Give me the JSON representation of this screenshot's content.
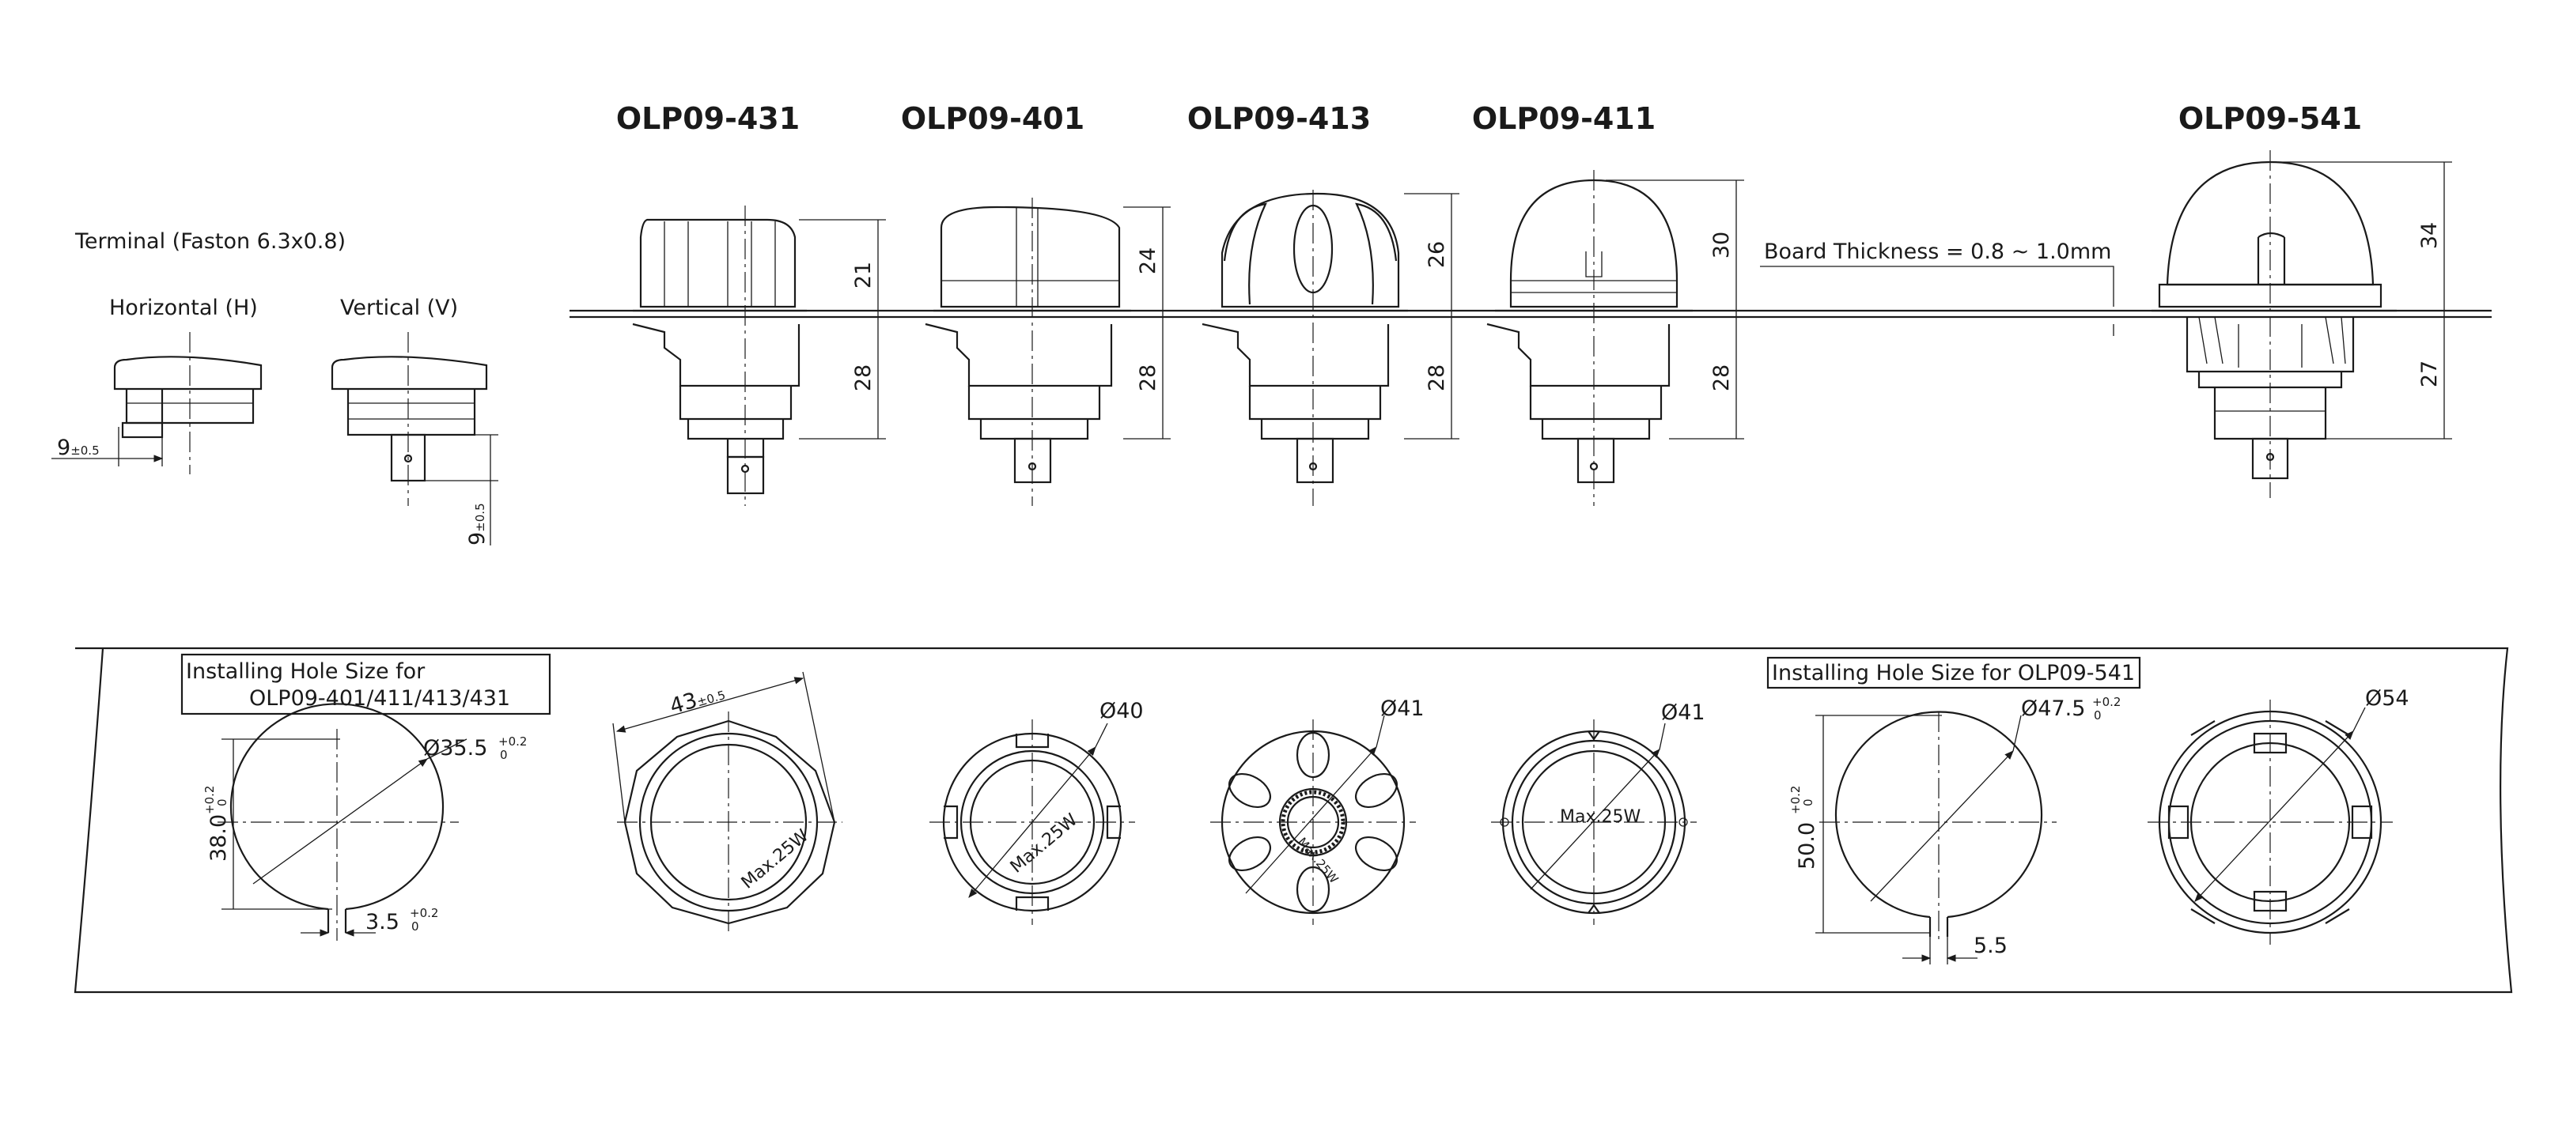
{
  "models": {
    "m431": "OLP09-431",
    "m401": "OLP09-401",
    "m413": "OLP09-413",
    "m411": "OLP09-411",
    "m541": "OLP09-541"
  },
  "terminal": {
    "title": "Terminal (Faston 6.3x0.8)",
    "horizontal": "Horizontal (H)",
    "vertical": "Vertical (V)",
    "dim_h": "9",
    "dim_v": "9",
    "tol": "±0.5"
  },
  "board_thickness": "Board Thickness = 0.8 ~ 1.0mm",
  "heights": {
    "h431": "21",
    "h401": "24",
    "h413": "26",
    "h411": "30",
    "h541": "34",
    "b431": "28",
    "b401": "28",
    "b413": "28",
    "b411": "28",
    "b541": "27"
  },
  "hole_small": {
    "title_line1": "Installing Hole Size for",
    "title_line2": "OLP09-401/411/413/431",
    "diameter": "Ø35.5",
    "height": "38.0",
    "slot": "3.5",
    "tol_up": "+0.2",
    "tol_dn": "0"
  },
  "hole_large": {
    "title": "Installing Hole Size for OLP09-541",
    "diameter": "Ø47.5",
    "height": "50.0",
    "slot": "5.5",
    "tol_up": "+0.2",
    "tol_dn": "0"
  },
  "top_views": {
    "d431": "43",
    "d431_tol": "±0.5",
    "d401": "Ø40",
    "d413": "Ø41",
    "d411": "Ø41",
    "d541": "Ø54",
    "max": "Max.25W",
    "max_413": "Max.25W"
  }
}
